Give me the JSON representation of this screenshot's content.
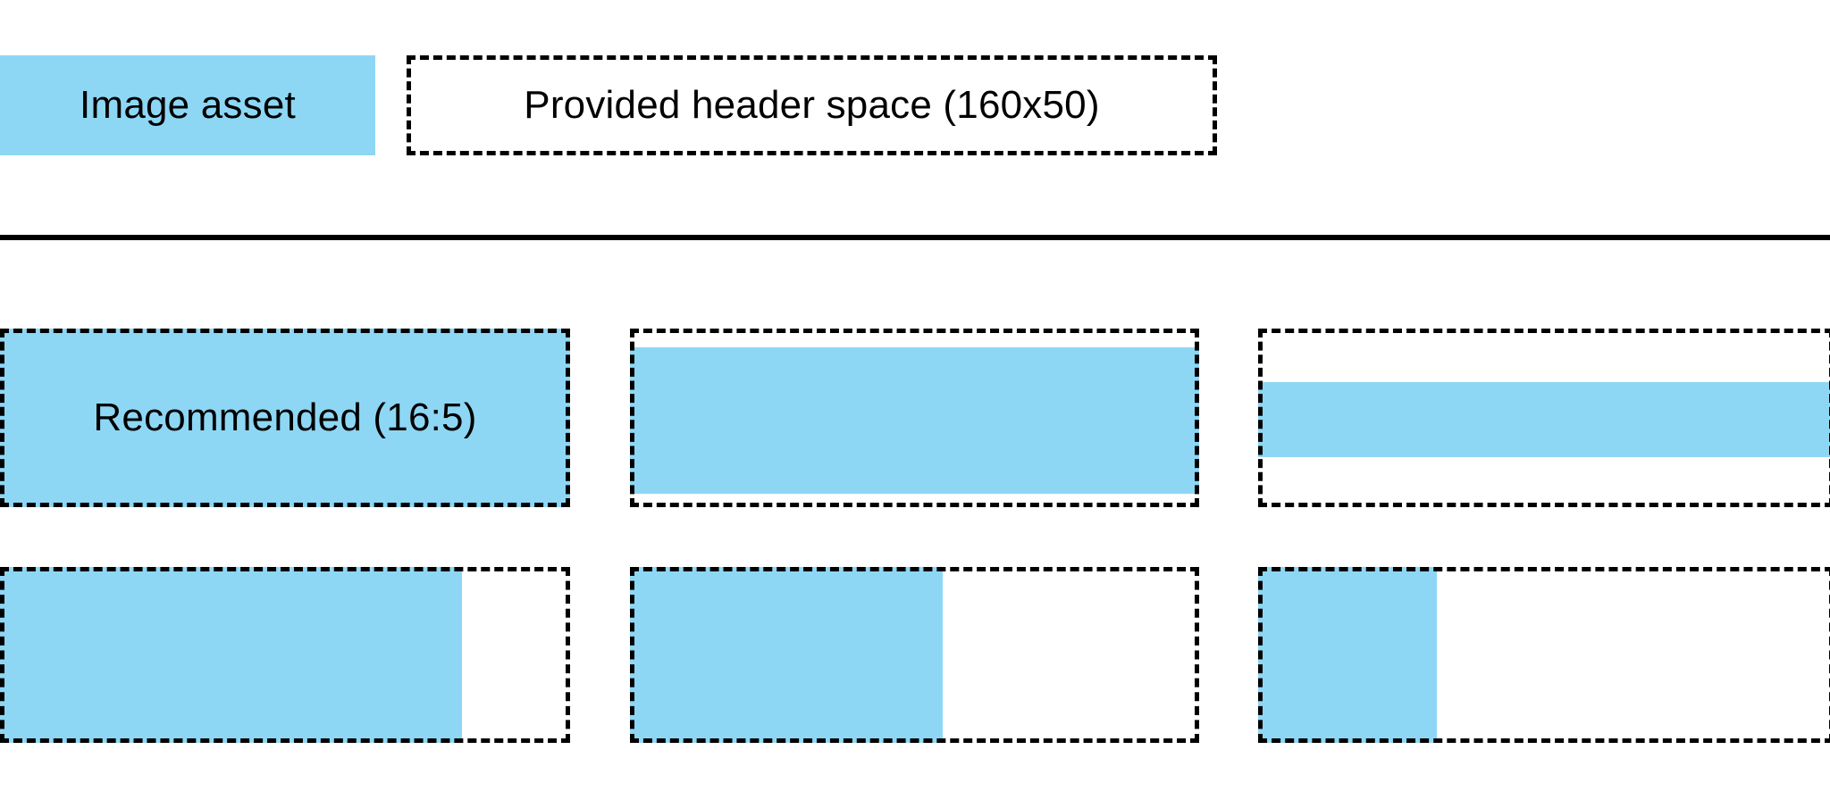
{
  "colors": {
    "asset_blue": "#8DD7F5",
    "border_black": "#000000",
    "background": "#FFFFFF"
  },
  "legend": {
    "image_asset_label": "Image asset",
    "header_space_label": "Provided header space (160x50)"
  },
  "grid": {
    "rows": [
      {
        "name": "wide-aspect-examples",
        "cells": [
          {
            "label": "Recommended (16:5)",
            "fill": {
              "left_pct": 0,
              "top_pct": 0,
              "width_pct": 100,
              "height_pct": 100
            }
          },
          {
            "label": "",
            "fill": {
              "left_pct": 0,
              "top_pct": 10.5,
              "width_pct": 100,
              "height_pct": 82
            }
          },
          {
            "label": "",
            "fill": {
              "left_pct": 0,
              "top_pct": 30,
              "width_pct": 100,
              "height_pct": 42
            }
          }
        ]
      },
      {
        "name": "narrow-aspect-examples",
        "cells": [
          {
            "label": "",
            "fill": {
              "left_pct": 0,
              "top_pct": 0,
              "width_pct": 81,
              "height_pct": 100
            }
          },
          {
            "label": "",
            "fill": {
              "left_pct": 0,
              "top_pct": 0,
              "width_pct": 55,
              "height_pct": 100
            }
          },
          {
            "label": "",
            "fill": {
              "left_pct": 0,
              "top_pct": 0,
              "width_pct": 31,
              "height_pct": 100
            }
          }
        ]
      }
    ]
  }
}
